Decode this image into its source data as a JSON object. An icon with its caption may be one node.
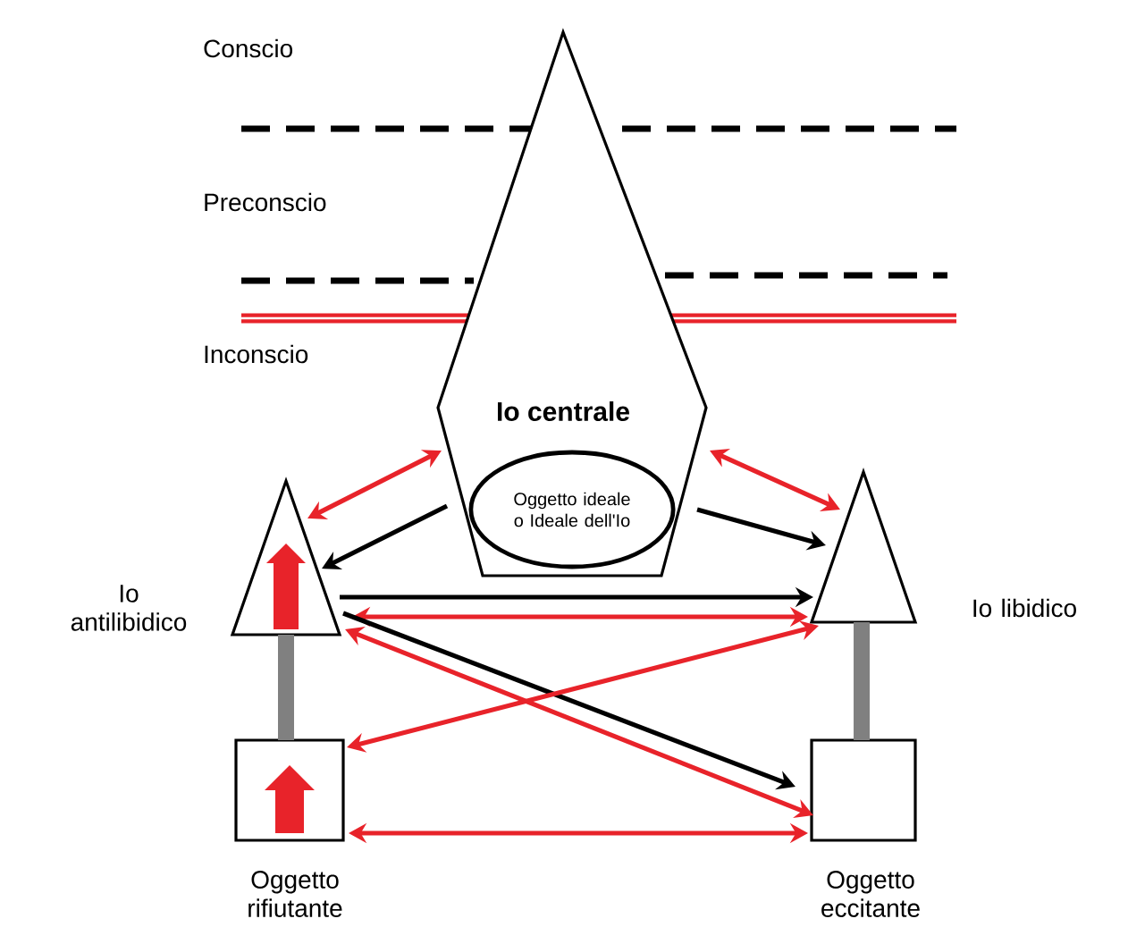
{
  "diagram": {
    "nodes": [
      {
        "text": [
          "Io centrale"
        ]
      },
      {
        "text": [
          "Oggetto ideale o Ideale dell'Io"
        ],
        "in": 0
      },
      {
        "text": [],
        "shape": "triangle",
        "beside": [
          "Io antilibidico"
        ]
      },
      {
        "text": [],
        "shape": "triangle",
        "beside": [
          "Io libidico"
        ]
      },
      {
        "text": [],
        "shape": "box",
        "beside": [
          "Oggetto rifiutante"
        ]
      },
      {
        "text": [],
        "shape": "box",
        "beside": [
          "Oggetto eccitante"
        ]
      }
    ],
    "edges": [
      {
        "from": 0,
        "to": 2,
        "arrow": "both"
      },
      {
        "from": 0,
        "to": 2,
        "arrow": "to",
        "color": "#000000"
      },
      {
        "from": 0,
        "to": 3,
        "arrow": "both"
      },
      {
        "from": 0,
        "to": 3,
        "arrow": "to",
        "color": "#000000"
      },
      {
        "from": 2,
        "to": 3,
        "arrow": "to",
        "color": "#000000"
      },
      {
        "from": 2,
        "to": 3,
        "arrow": "both"
      },
      {
        "from": 2,
        "to": 5,
        "arrow": "to",
        "color": "#000000"
      },
      {
        "from": 2,
        "to": 5,
        "arrow": "both"
      },
      {
        "from": 3,
        "to": 4,
        "arrow": "both"
      },
      {
        "from": 4,
        "to": 5,
        "arrow": "both"
      },
      {
        "from": 2,
        "to": 4,
        "arrow": "none",
        "style": "thick",
        "color": "#808080"
      },
      {
        "from": 3,
        "to": 5,
        "arrow": "none",
        "style": "thick",
        "color": "#808080"
      }
    ],
    "labels": [
      "Conscio",
      "Preconscio",
      "Inconscio"
    ]
  }
}
